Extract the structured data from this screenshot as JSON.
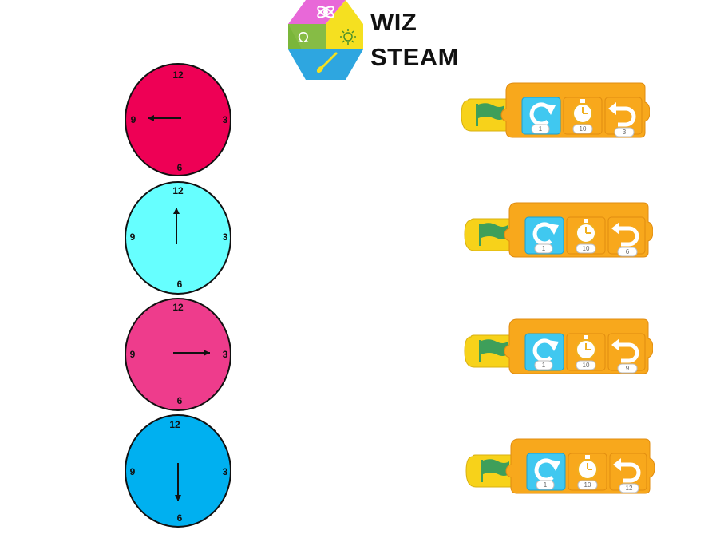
{
  "logo": {
    "line1": "WIZ",
    "line2": "STEAM",
    "colors": {
      "pink": "#e868d8",
      "green": "#86bc45",
      "yellow": "#f5e020",
      "blue": "#2ea6e0"
    },
    "icons": [
      "molecule-icon",
      "omega-icon",
      "sun-icon",
      "brush-icon"
    ],
    "omega": "Ω"
  },
  "clocks": [
    {
      "color": "#ee0055",
      "hand": "9",
      "labels": {
        "top": "12",
        "right": "3",
        "bottom": "6",
        "left": "9"
      }
    },
    {
      "color": "#66ffff",
      "hand": "12",
      "labels": {
        "top": "12",
        "right": "3",
        "bottom": "6",
        "left": "9"
      }
    },
    {
      "color": "#ee3c8c",
      "hand": "3",
      "labels": {
        "top": "12",
        "right": "3",
        "bottom": "6",
        "left": "9"
      }
    },
    {
      "color": "#00b0f0",
      "hand": "6",
      "labels": {
        "top": "12",
        "right": "3",
        "bottom": "6",
        "left": "9"
      }
    }
  ],
  "blocks": [
    {
      "repeat": "1",
      "wait": "10",
      "turn": "3"
    },
    {
      "repeat": "1",
      "wait": "10",
      "turn": "6"
    },
    {
      "repeat": "1",
      "wait": "10",
      "turn": "9"
    },
    {
      "repeat": "1",
      "wait": "10",
      "turn": "12"
    }
  ],
  "block_colors": {
    "frame": "#f8a81c",
    "frame_dark": "#e08c10",
    "trigger": "#f7d21a",
    "flag": "#3e9f5a",
    "loop": "#40c8f0",
    "loop_dark": "#1aa0d0"
  },
  "block_icons": [
    "green-flag-icon",
    "repeat-icon",
    "stopwatch-icon",
    "turn-icon"
  ]
}
